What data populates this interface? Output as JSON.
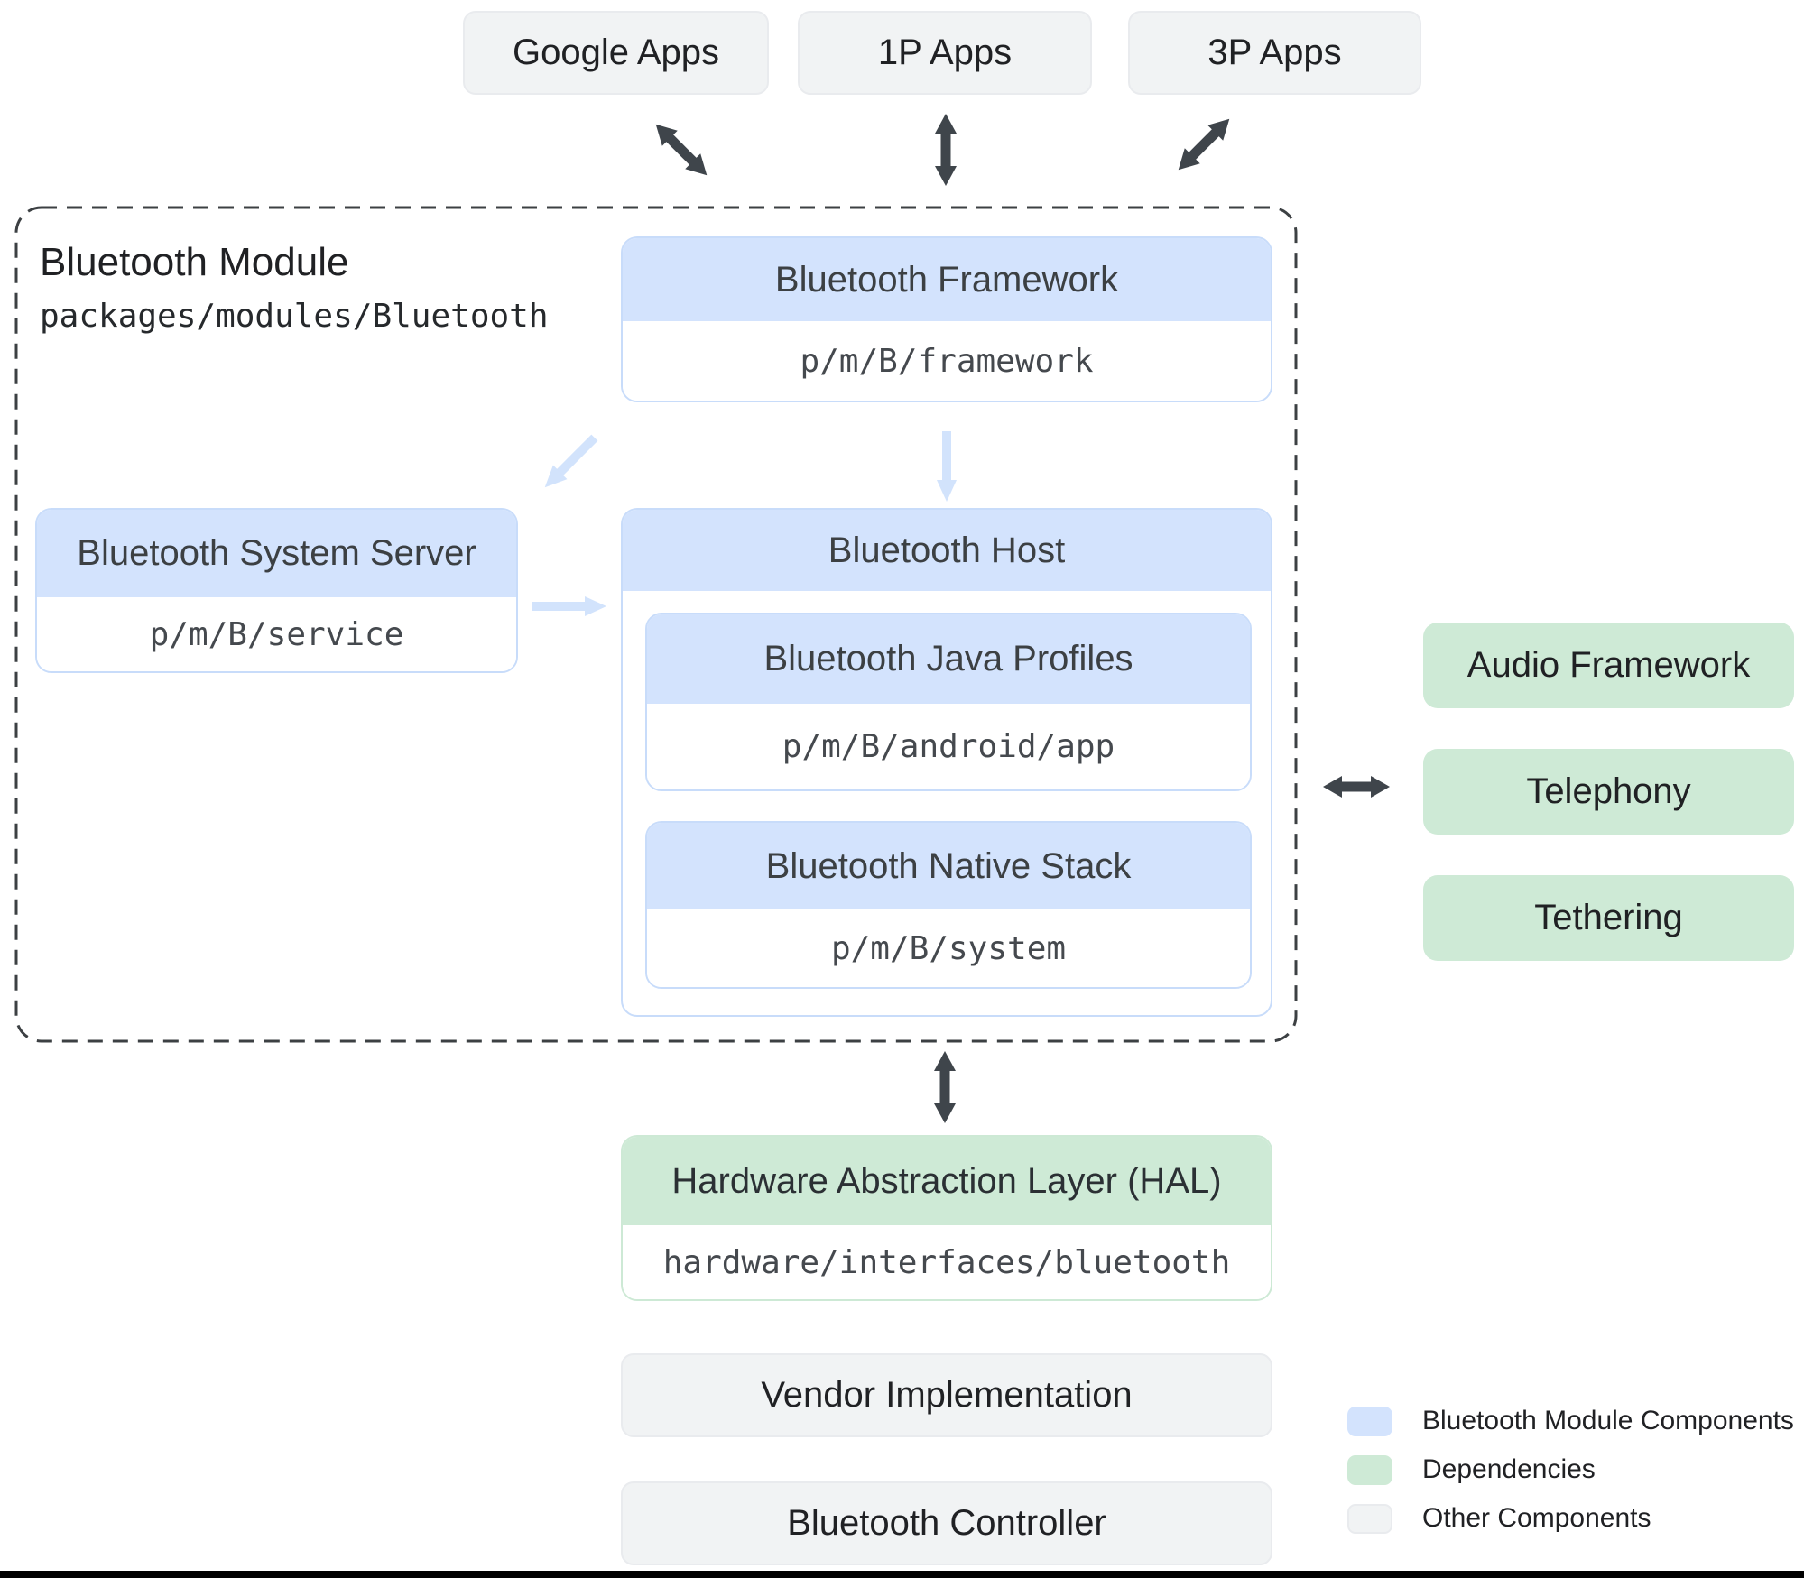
{
  "top_apps": [
    {
      "label": "Google Apps"
    },
    {
      "label": "1P Apps"
    },
    {
      "label": "3P Apps"
    }
  ],
  "module": {
    "title": "Bluetooth Module",
    "path": "packages/modules/Bluetooth",
    "framework": {
      "title": "Bluetooth Framework",
      "path": "p/m/B/framework"
    },
    "system_server": {
      "title": "Bluetooth System Server",
      "path": "p/m/B/service"
    },
    "host": {
      "title": "Bluetooth Host",
      "java_profiles": {
        "title": "Bluetooth Java Profiles",
        "path": "p/m/B/android/app"
      },
      "native_stack": {
        "title": "Bluetooth Native Stack",
        "path": "p/m/B/system"
      }
    }
  },
  "dependencies": {
    "items": [
      {
        "label": "Audio Framework"
      },
      {
        "label": "Telephony"
      },
      {
        "label": "Tethering"
      }
    ]
  },
  "hal": {
    "title": "Hardware Abstraction Layer (HAL)",
    "path": "hardware/interfaces/bluetooth"
  },
  "other_components": {
    "vendor": "Vendor Implementation",
    "controller": "Bluetooth Controller"
  },
  "legend": {
    "items": [
      {
        "label": "Bluetooth Module Components",
        "color": "#d3e3fd"
      },
      {
        "label": "Dependencies",
        "color": "#ceead6"
      },
      {
        "label": "Other Components",
        "color": "#f1f3f4"
      }
    ]
  },
  "colors": {
    "bluetooth_module_component": "#d3e3fd",
    "dependency": "#ceead6",
    "other_component": "#f1f3f4",
    "dark_arrow": "#3f454b",
    "light_arrow": "#d2e3fc",
    "dashed_border": "#3c4043"
  }
}
